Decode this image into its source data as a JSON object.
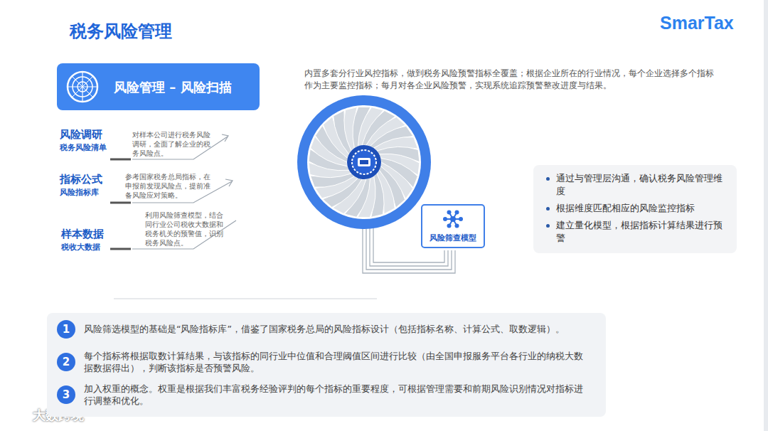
{
  "diagram": {
    "title": "税务风险管理",
    "nodes": [
      {
        "text": [
          "风险管理 – 风险扫描"
        ]
      },
      {
        "text": [
          "风险筛查模型"
        ]
      },
      {
        "text": [
          "通过与管理层沟通，确认税务风险管理维度",
          "根据维度匹配相应的风险监控指标",
          "建立量化模型，根据指标计算结果进行预警"
        ]
      },
      {
        "text": [
          "风险筛选模型的基础是“风险指标库”，借鉴了国家税务总局的风险指标设计（包括指标名称、计算公式、取数逻辑）。",
          "每个指标将根据取数计算结果，与该指标的同行业中位值和合理阈值区间进行比较（由全国申报服务平台各行业的纳税大数据数据得出），判断该指标是否预警风险。",
          "加入权重的概念。权重是根据我们丰富税务经验评判的每个指标的重要程度，可根据管理需要和前期风险识别情况对指标进行调整和优化。"
        ]
      },
      {
        "text": [
          "1"
        ],
        "in": 3
      },
      {
        "text": [
          "2"
        ],
        "in": 3
      },
      {
        "text": [
          "3"
        ],
        "in": 3
      }
    ],
    "labels": [
      "SmarTax",
      "内置多套分行业风控指标，做到税务风险预警指标全覆盖；根据企业所在的行业情况，每个企业选择多个指标作为主要监控指标；每月对各企业风险预警，实现系统追踪预警整改进度与结果。",
      "风险调研",
      "税务风险清单",
      "对样本公司进行税务风险调研，全面了解企业的税务风险点。",
      "指标公式",
      "风险指标库",
      "参考国家税务总局指标，在申报前发现风险点，提前准备风险应对策略。",
      "样本数据",
      "税收大数据",
      "利用风险筛查模型，结合同行业公司税收大数据和税务机关的预警值，识别税务风险点。",
      "大数跨境"
    ]
  }
}
